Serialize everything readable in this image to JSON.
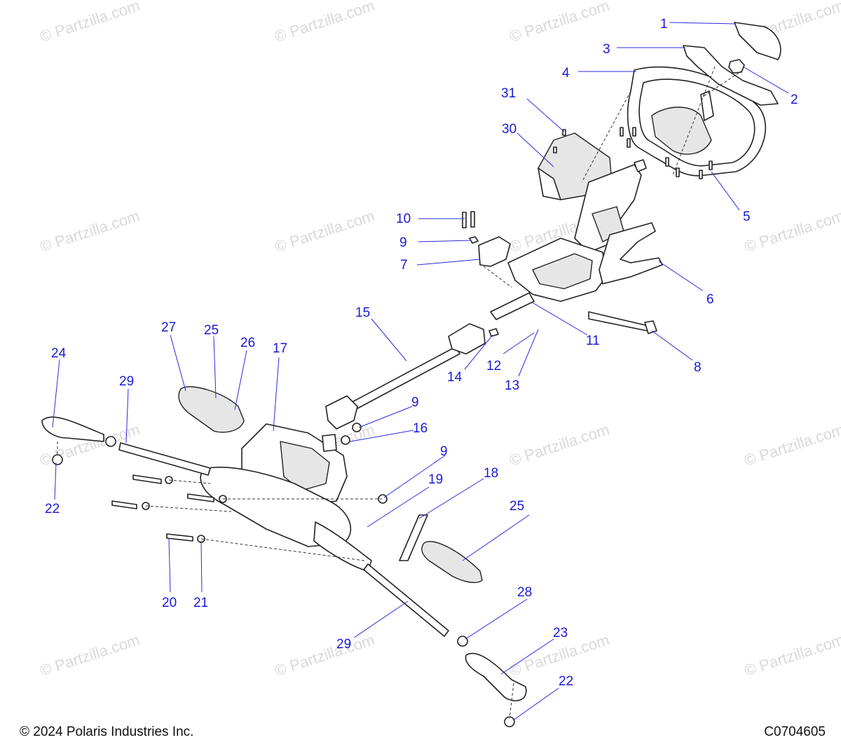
{
  "watermark": "© Partzilla.com",
  "footer": {
    "copyright": "© 2024 Polaris Industries Inc.",
    "diagram_code": "C0704605"
  },
  "callouts": [
    "1",
    "2",
    "3",
    "4",
    "5",
    "6",
    "7",
    "8",
    "9",
    "9",
    "9",
    "10",
    "11",
    "12",
    "13",
    "14",
    "15",
    "16",
    "17",
    "18",
    "19",
    "20",
    "21",
    "22",
    "22",
    "23",
    "24",
    "25",
    "25",
    "26",
    "27",
    "28",
    "29",
    "29",
    "30",
    "31"
  ]
}
